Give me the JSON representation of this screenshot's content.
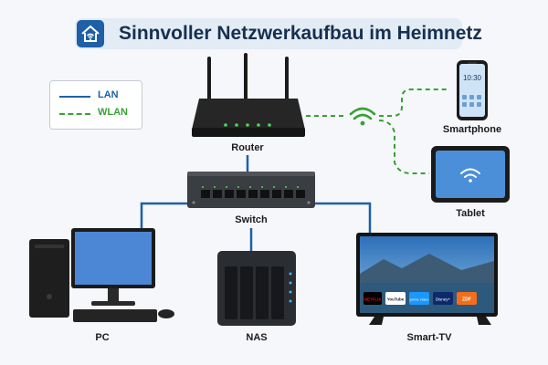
{
  "title": "Sinnvoller Netzwerkaufbau im Heimnetz",
  "legend": {
    "lan": "LAN",
    "wlan": "WLAN"
  },
  "devices": {
    "router": "Router",
    "switch": "Switch",
    "smartphone": "Smartphone",
    "tablet": "Tablet",
    "pc": "PC",
    "nas": "NAS",
    "tv": "Smart-TV"
  },
  "phone_time": "10:30",
  "tv_apps": [
    "NETFLIX",
    "YouTube",
    "prime video",
    "Disney+",
    "ZDF"
  ],
  "colors": {
    "lan": "#1e5fa8",
    "wlan": "#3aa035",
    "title_bg": "#e3ebf5",
    "title_text": "#16304f"
  },
  "icons": [
    "home-wifi-icon",
    "wifi-icon"
  ]
}
